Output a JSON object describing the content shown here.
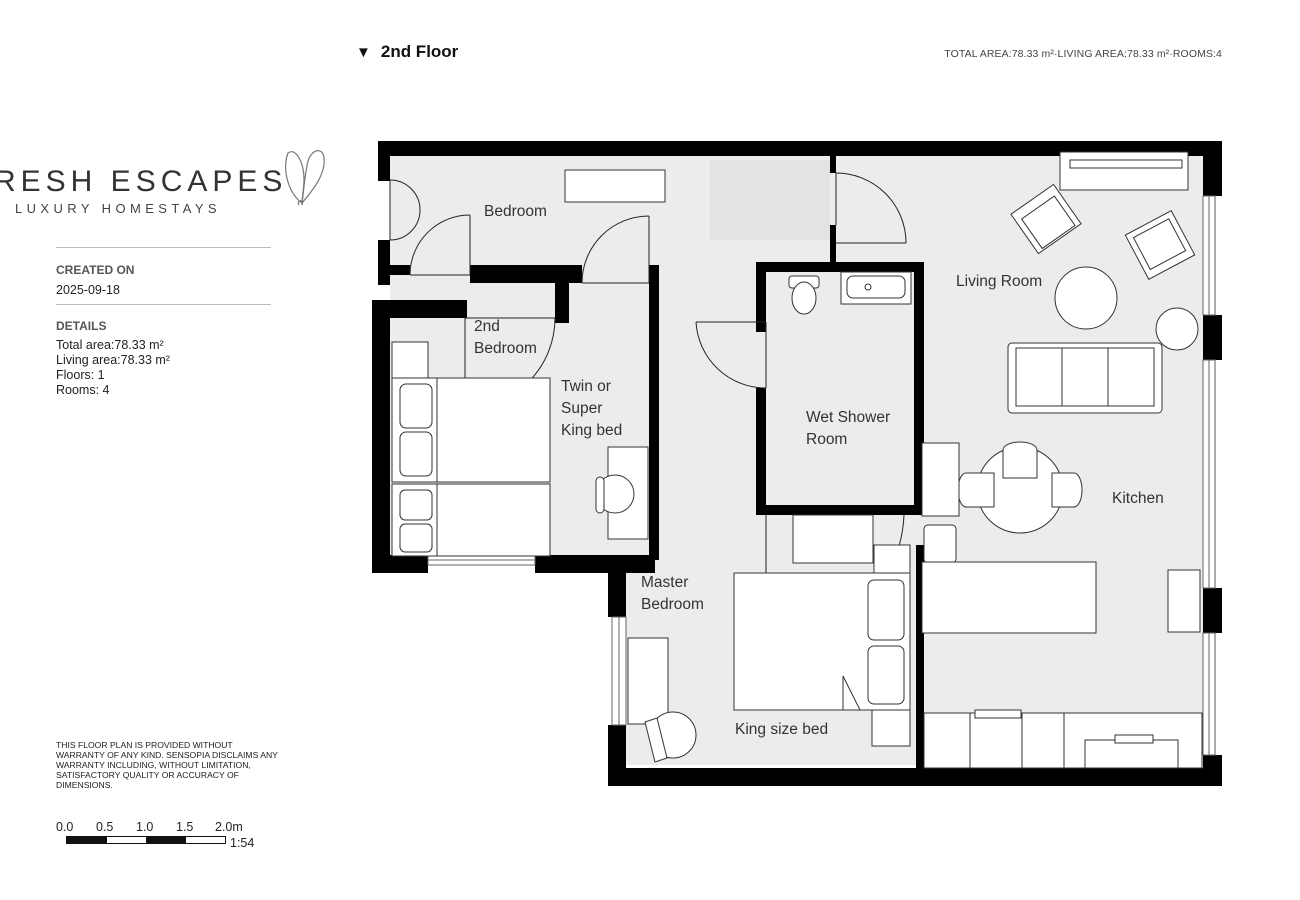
{
  "header": {
    "floor_indicator_icon": "triangle-down-icon",
    "floor_name": "2nd Floor",
    "summary_line": "TOTAL AREA:78.33 m²·LIVING AREA:78.33 m²·ROOMS:4"
  },
  "brand": {
    "name": "RESH ESCAPES",
    "tagline": "LUXURY HOMESTAYS",
    "logo_icon": "butterfly-logo-icon"
  },
  "created": {
    "heading": "CREATED ON",
    "date": "2025-09-18"
  },
  "details": {
    "heading": "DETAILS",
    "total_area": "Total area:78.33 m²",
    "living_area": "Living area:78.33 m²",
    "floors": "Floors: 1",
    "rooms": "Rooms: 4"
  },
  "disclaimer": "THIS FLOOR PLAN IS PROVIDED WITHOUT WARRANTY OF ANY KIND. SENSOPIA DISCLAIMS ANY WARRANTY INCLUDING, WITHOUT LIMITATION, SATISFACTORY QUALITY OR ACCURACY OF DIMENSIONS.",
  "scale": {
    "ticks": [
      "0.0",
      "0.5",
      "1.0",
      "1.5",
      "2.0m"
    ],
    "ratio": "1:54"
  },
  "rooms": {
    "bedroom": "Bedroom",
    "second_bedroom": "2nd\nBedroom",
    "twin_bed": "Twin or\nSuper\nKing bed",
    "wet_shower": "Wet Shower\nRoom",
    "living_room": "Living Room",
    "kitchen": "Kitchen",
    "master_bedroom": "Master\nBedroom",
    "king_bed": "King size bed"
  },
  "colors": {
    "wall": "#000000",
    "floor": "#ececee",
    "furniture": "#ffffff"
  }
}
